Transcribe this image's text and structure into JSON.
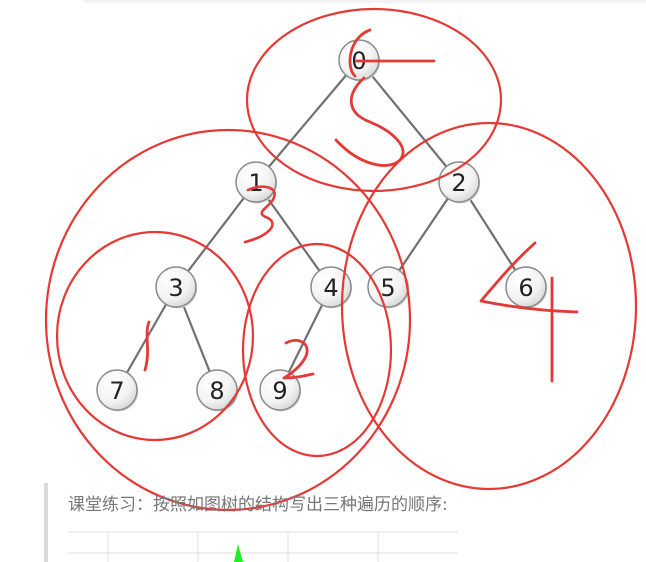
{
  "tree": {
    "nodes": [
      {
        "id": "0",
        "label": "0"
      },
      {
        "id": "1",
        "label": "1"
      },
      {
        "id": "2",
        "label": "2"
      },
      {
        "id": "3",
        "label": "3"
      },
      {
        "id": "4",
        "label": "4"
      },
      {
        "id": "5",
        "label": "5"
      },
      {
        "id": "6",
        "label": "6"
      },
      {
        "id": "7",
        "label": "7"
      },
      {
        "id": "8",
        "label": "8"
      },
      {
        "id": "9",
        "label": "9"
      }
    ],
    "edges": [
      [
        "0",
        "1"
      ],
      [
        "0",
        "2"
      ],
      [
        "1",
        "3"
      ],
      [
        "1",
        "4"
      ],
      [
        "2",
        "5"
      ],
      [
        "2",
        "6"
      ],
      [
        "3",
        "7"
      ],
      [
        "3",
        "8"
      ],
      [
        "4",
        "9"
      ]
    ]
  },
  "annotations": {
    "ink_color": "#e53935",
    "handwritten_numbers": [
      "5",
      "3",
      "1",
      "2",
      "4"
    ]
  },
  "caption": {
    "text": "课堂练习：按照如图树的结构写出三种遍历的顺序:"
  }
}
